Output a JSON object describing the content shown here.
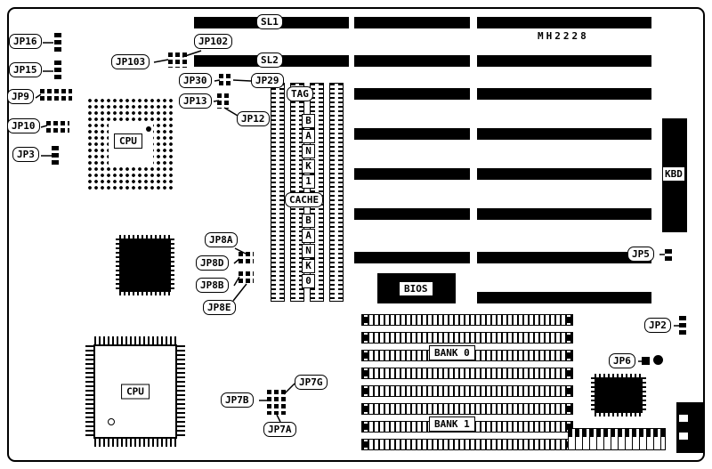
{
  "board": {
    "part_number": "MH2228"
  },
  "slots": {
    "sl1_label": "SL1",
    "sl2_label": "SL2"
  },
  "cpu_socket": {
    "label": "CPU"
  },
  "cpu_qfp": {
    "label": "CPU"
  },
  "bios": {
    "label": "BIOS"
  },
  "keyboard": {
    "label": "KBD"
  },
  "cache_memory": {
    "tag_label": "TAG",
    "cache_label": "CACHE",
    "bank1_letters": [
      "B",
      "A",
      "N",
      "K",
      "1"
    ],
    "bank0_letters": [
      "B",
      "A",
      "N",
      "K",
      "0"
    ]
  },
  "simm_banks": {
    "bank0_label": "BANK 0",
    "bank1_label": "BANK 1"
  },
  "jumpers": {
    "jp16": "JP16",
    "jp15": "JP15",
    "jp9": "JP9",
    "jp10": "JP10",
    "jp3": "JP3",
    "jp102": "JP102",
    "jp103": "JP103",
    "jp30": "JP30",
    "jp29": "JP29",
    "jp13": "JP13",
    "jp12": "JP12",
    "jp8a": "JP8A",
    "jp8d": "JP8D",
    "jp8b": "JP8B",
    "jp8e": "JP8E",
    "jp7g": "JP7G",
    "jp7b": "JP7B",
    "jp7a": "JP7A",
    "jp5": "JP5",
    "jp2": "JP2",
    "jp6": "JP6"
  },
  "colors": {
    "ink": "#000000",
    "background": "#ffffff"
  }
}
